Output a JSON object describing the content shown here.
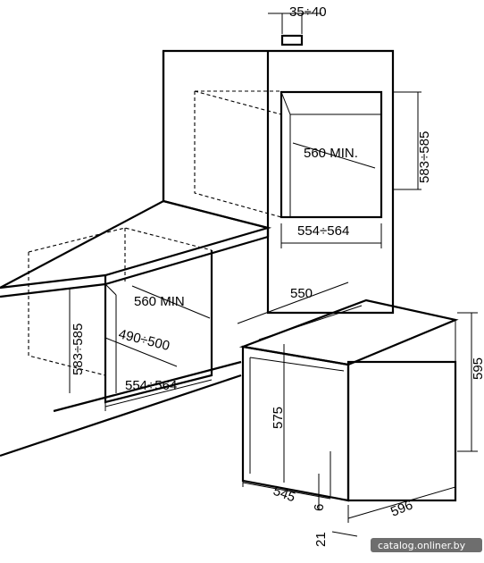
{
  "dimensions": {
    "top_gap": "35÷40",
    "upper_height": "583÷585",
    "upper_depth_min": "560 MIN.",
    "upper_width": "554÷564",
    "lower_depth_min": "560 MIN",
    "lower_height": "583÷585",
    "lower_inner_depth": "490÷500",
    "lower_width": "554÷564",
    "oven_depth": "550",
    "oven_height": "595",
    "oven_body_height": "575",
    "oven_body_depth": "545",
    "oven_width": "596",
    "oven_offset": "6",
    "oven_front": "21"
  },
  "watermark": "catalog.onliner.by"
}
